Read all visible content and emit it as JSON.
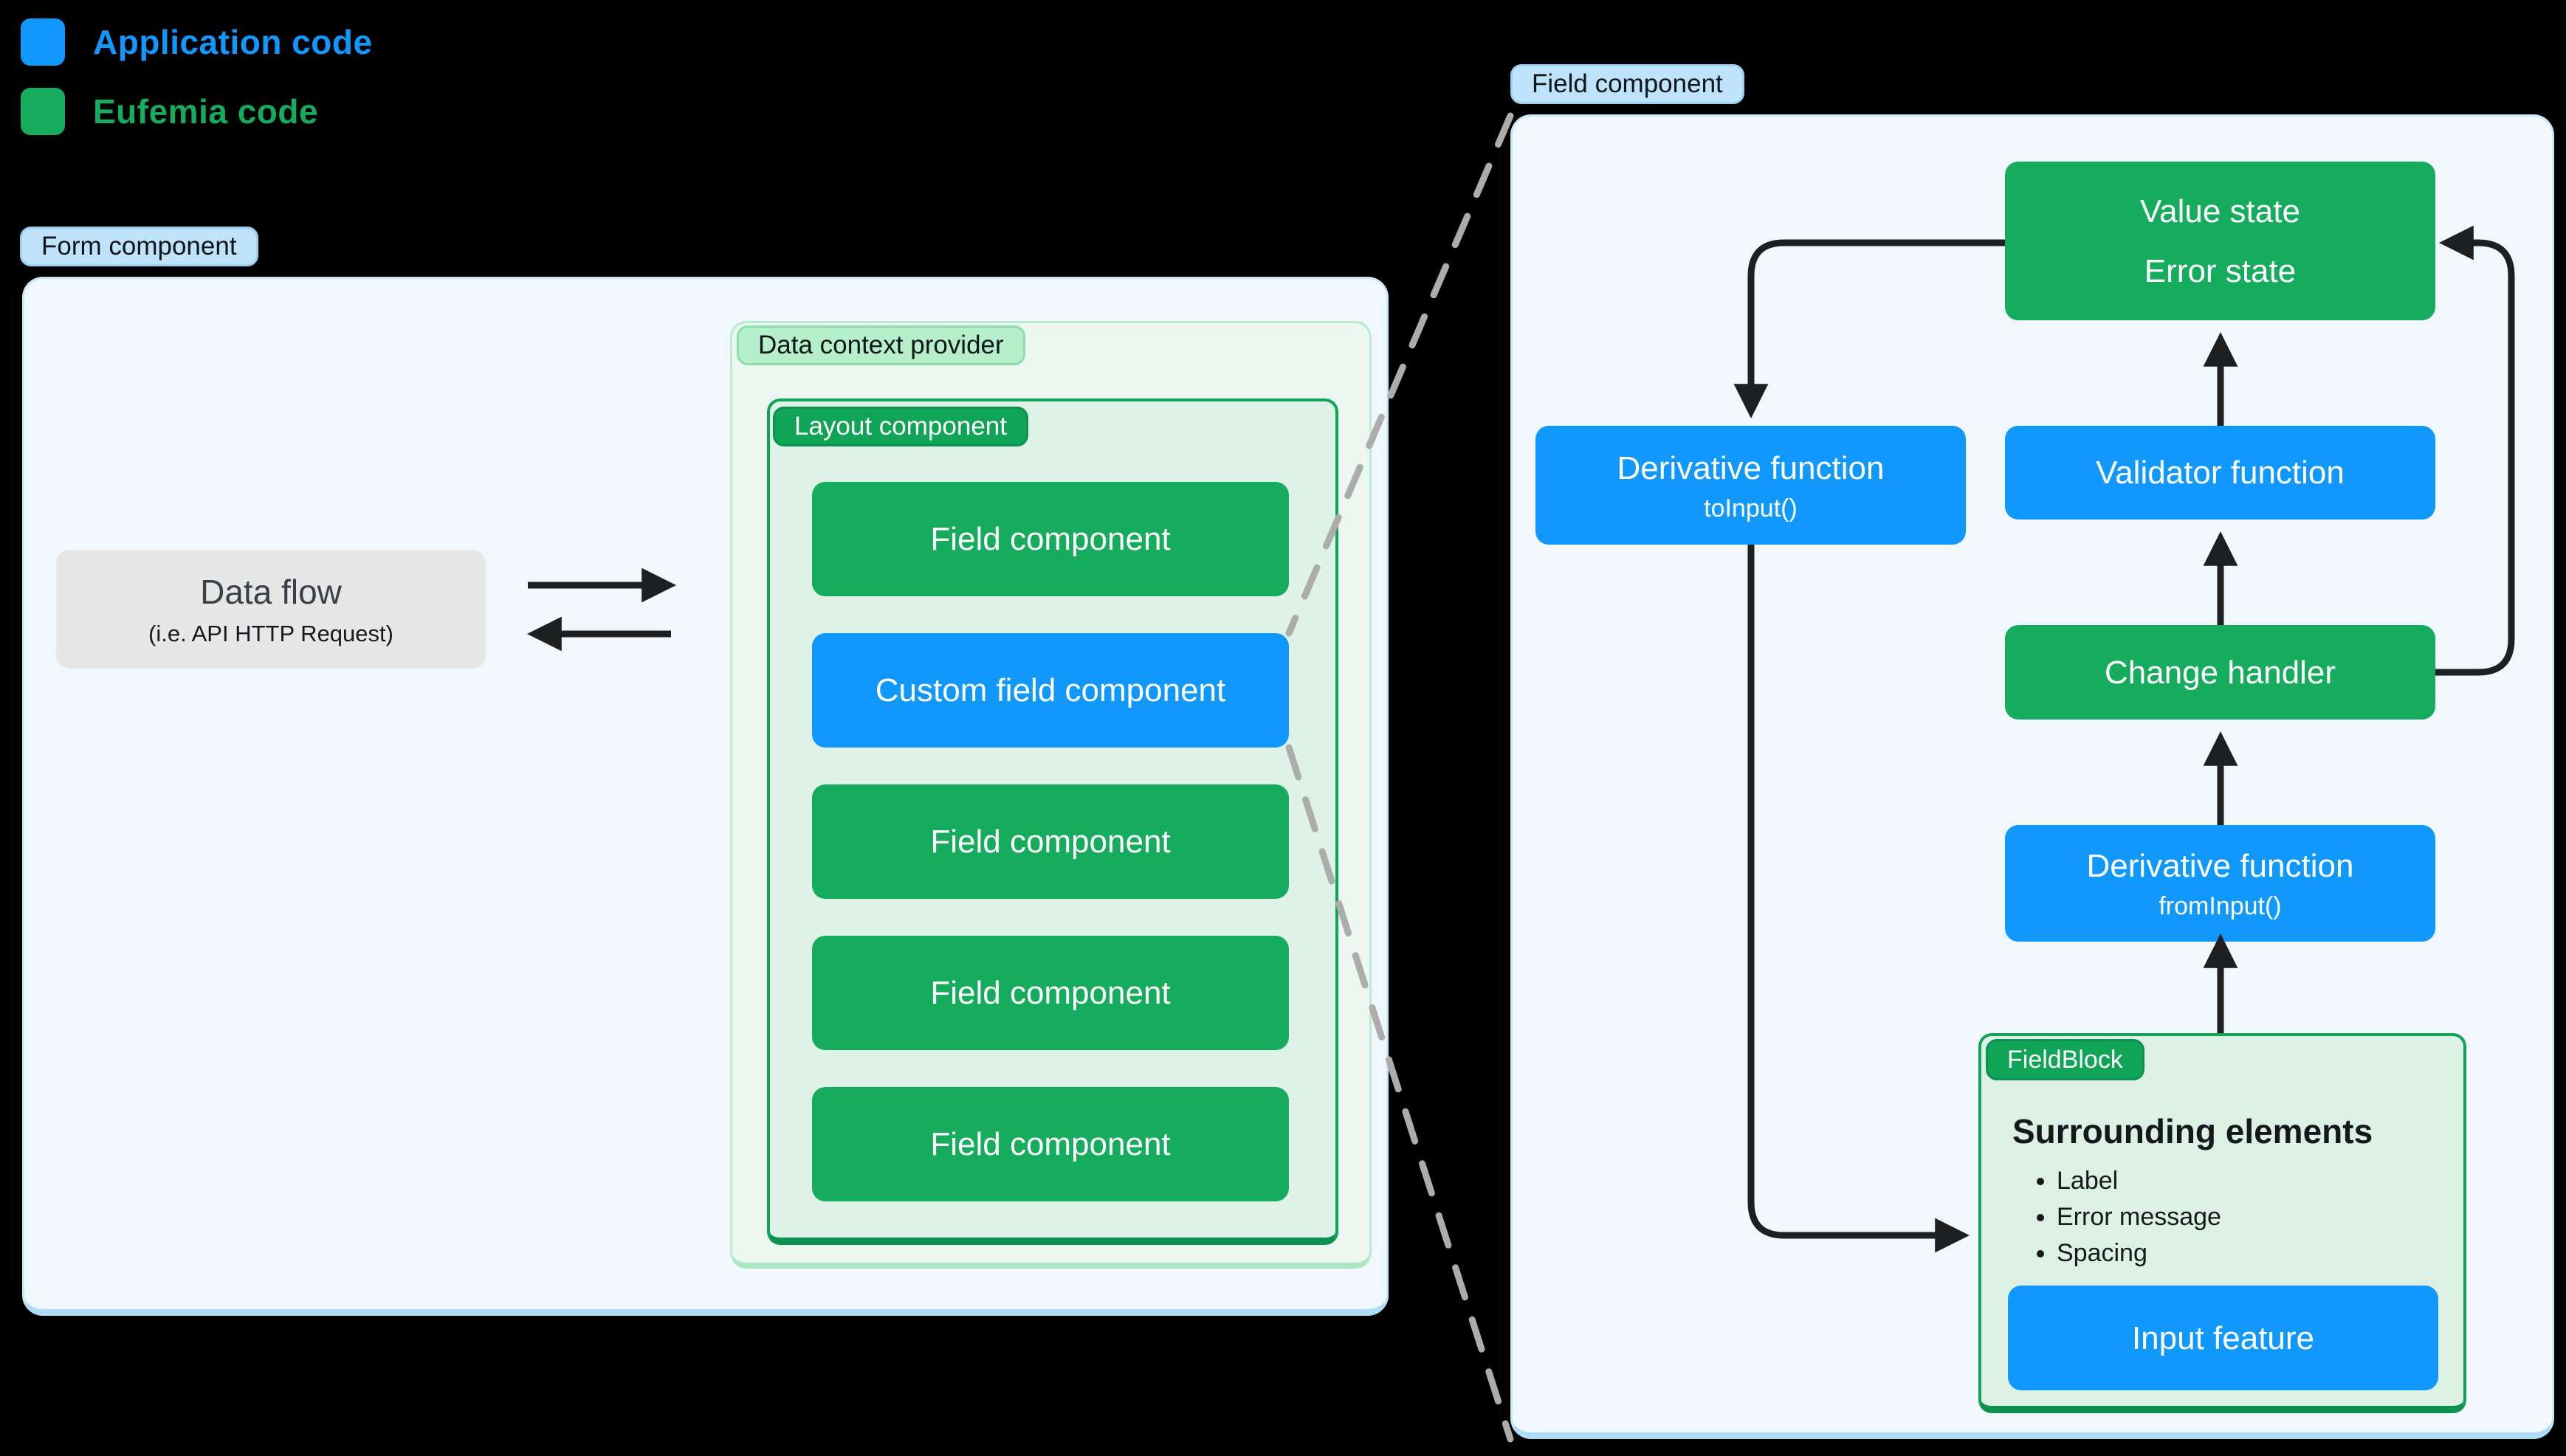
{
  "legend": {
    "items": [
      {
        "label": "Application code",
        "color": "#1098FD"
      },
      {
        "label": "Eufemia code",
        "color": "#15AC5D"
      }
    ]
  },
  "left": {
    "tag": "Form component",
    "data_flow": {
      "title": "Data flow",
      "subtitle": "(i.e. API HTTP Request)"
    },
    "data_context": {
      "tag": "Data context provider"
    },
    "layout": {
      "tag": "Layout component"
    },
    "fields": [
      {
        "label": "Field component",
        "type": "eufemia"
      },
      {
        "label": "Custom field component",
        "type": "application"
      },
      {
        "label": "Field component",
        "type": "eufemia"
      },
      {
        "label": "Field component",
        "type": "eufemia"
      },
      {
        "label": "Field component",
        "type": "eufemia"
      }
    ]
  },
  "right": {
    "tag": "Field component",
    "value_state": {
      "line1": "Value state",
      "line2": "Error state"
    },
    "derivative_to": {
      "title": "Derivative function",
      "subtitle": "toInput()"
    },
    "validator": {
      "label": "Validator function"
    },
    "change_handler": {
      "label": "Change handler"
    },
    "derivative_from": {
      "title": "Derivative function",
      "subtitle": "fromInput()"
    },
    "field_block": {
      "tag": "FieldBlock",
      "heading": "Surrounding elements",
      "bullets": [
        "Label",
        "Error message",
        "Spacing"
      ],
      "input_feature": "Input feature"
    }
  },
  "colors": {
    "application_blue": "#1098FD",
    "eufemia_green": "#15AC5D",
    "panel_bg": "#F0F8FD",
    "panel_border": "#C9E7FA",
    "context_bg": "#EBF7F0",
    "layout_bg": "#DFF2E7",
    "green_border": "#10A457",
    "tag_blue_bg": "#BEE3FB",
    "tag_green_bg": "#B5F0CA",
    "gray_box_bg": "#E7E7E8",
    "arrow": "#1D1F21",
    "dashed_line": "#ACACAC"
  }
}
